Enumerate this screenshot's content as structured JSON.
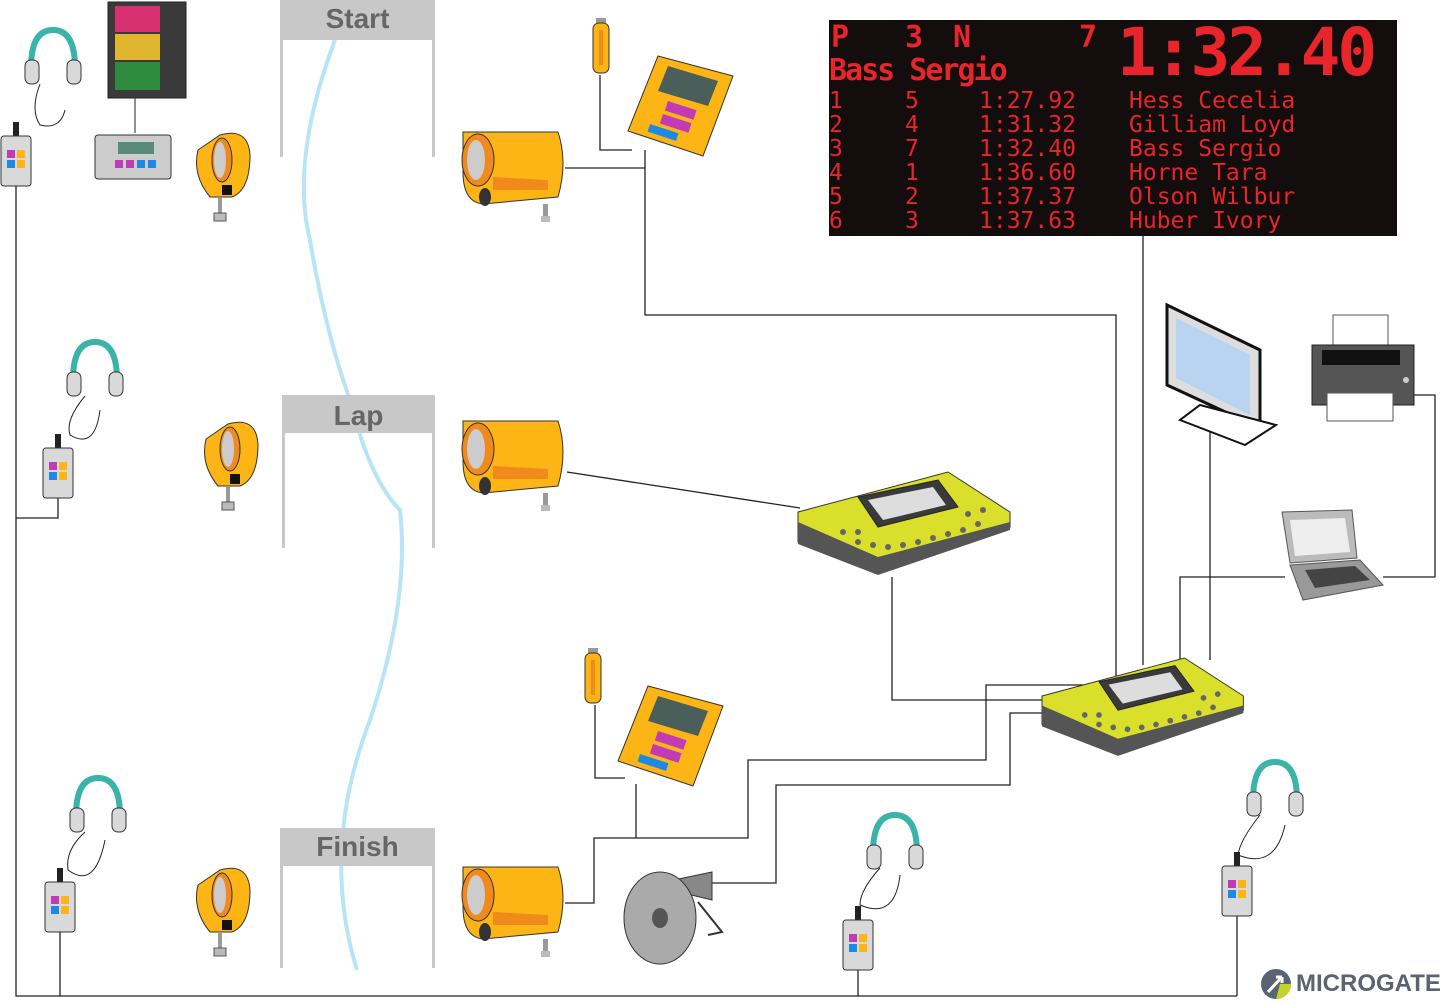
{
  "gates": {
    "start": "Start",
    "lap": "Lap",
    "finish": "Finish"
  },
  "scoreboard": {
    "position_label": "P",
    "position": "3",
    "number_label": "N",
    "number": "7",
    "current_name": "Bass Sergio",
    "current_time": "1:32.40",
    "rows": [
      {
        "rank": "1",
        "bib": "5",
        "time": "1:27.92",
        "name": "Hess Cecelia"
      },
      {
        "rank": "2",
        "bib": "4",
        "time": "1:31.32",
        "name": "Gilliam Loyd"
      },
      {
        "rank": "3",
        "bib": "7",
        "time": "1:32.40",
        "name": "Bass Sergio"
      },
      {
        "rank": "4",
        "bib": "1",
        "time": "1:36.60",
        "name": "Horne Tara"
      },
      {
        "rank": "5",
        "bib": "2",
        "time": "1:37.37",
        "name": "Olson Wilbur"
      },
      {
        "rank": "6",
        "bib": "3",
        "time": "1:37.63",
        "name": "Huber Ivory"
      }
    ],
    "led_color": "#e8252a"
  },
  "logo": {
    "text": "MICROGATE"
  },
  "colors": {
    "device_yellow": "#fdb515",
    "course": "#b8e4f7",
    "wire": "#222222",
    "timer_yellow": "#d9df2a"
  }
}
